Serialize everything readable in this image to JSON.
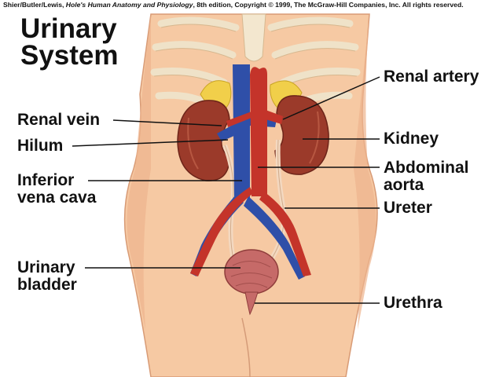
{
  "credit": {
    "authors": "Shier/Butler/Lewis, ",
    "book": "Hole's Human Anatomy and Physiology",
    "rest": ", 8th edition, Copyright © 1999, The McGraw-Hill Companies, Inc.  All rights reserved."
  },
  "title": {
    "line1": "Urinary",
    "line2": "System"
  },
  "labels": {
    "renal_vein": "Renal vein",
    "hilum": "Hilum",
    "inferior_vena_cava": {
      "line1": "Inferior",
      "line2": "vena cava"
    },
    "urinary_bladder": {
      "line1": "Urinary",
      "line2": "bladder"
    },
    "renal_artery": "Renal artery",
    "kidney": "Kidney",
    "abdominal_aorta": {
      "line1": "Abdominal",
      "line2": "aorta"
    },
    "ureter": "Ureter",
    "urethra": "Urethra"
  },
  "colors": {
    "skin": "#f6c9a3",
    "skin_shadow": "#e3a57e",
    "rib": "#f5ead6",
    "kidney": "#9b3a2a",
    "artery": "#c4342a",
    "vein": "#2f4fa8",
    "fat": "#f1cf4a",
    "ureter": "#f3d8c0",
    "bladder": "#c66a68"
  }
}
